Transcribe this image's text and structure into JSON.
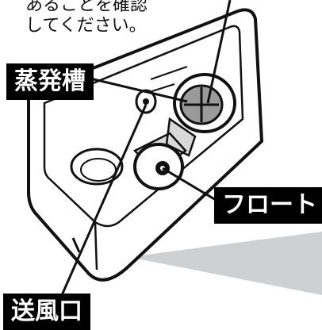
{
  "caption": "あることを確認\nしてください。",
  "labels": {
    "evaporator": "蒸発槽",
    "float": "フロート",
    "air_outlet": "送風口"
  }
}
